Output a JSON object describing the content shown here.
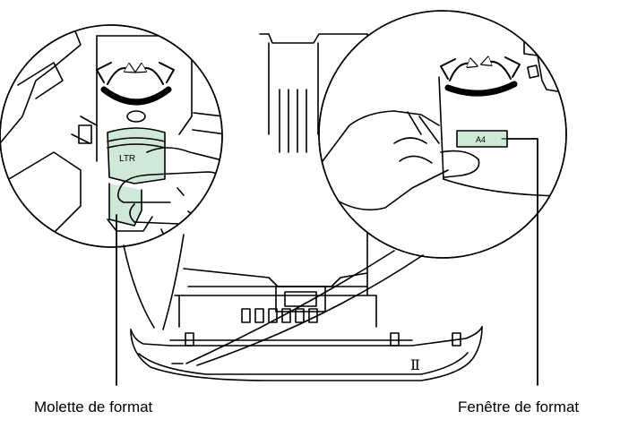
{
  "callouts": {
    "size_dial": "Molette de format",
    "size_window": "Fenêtre de format"
  },
  "dial_label": "LTR",
  "window_label": "A4",
  "tray_marking": "Ⅱ",
  "colors": {
    "line": "#000000",
    "highlight": "#cfe8d8",
    "background": "#ffffff"
  }
}
